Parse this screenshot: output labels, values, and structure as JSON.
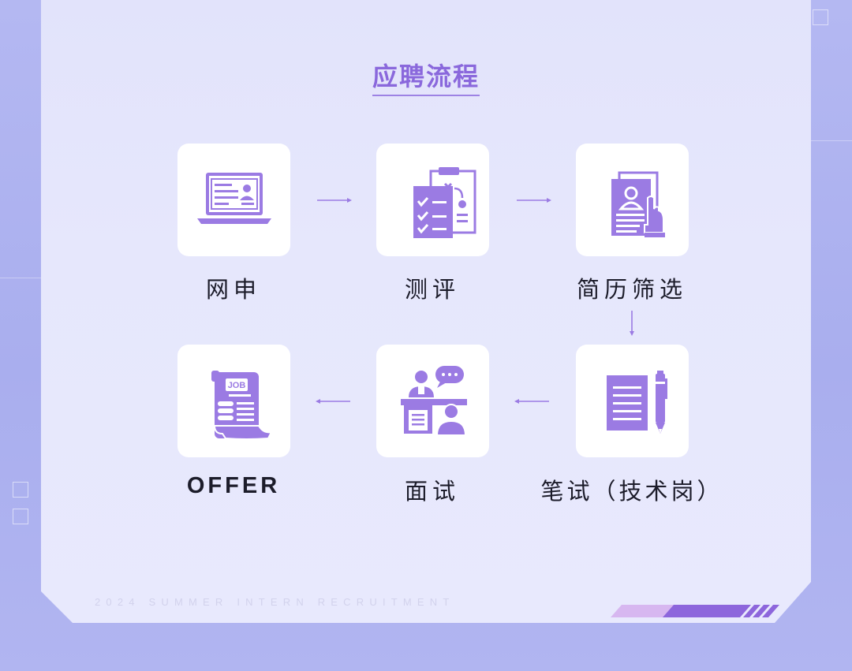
{
  "title": "应聘流程",
  "steps": [
    {
      "label": "网申",
      "icon": "laptop-resume-icon"
    },
    {
      "label": "测评",
      "icon": "assessment-clipboard-icon"
    },
    {
      "label": "简历筛选",
      "icon": "resume-screening-icon"
    },
    {
      "label": "笔试（技术岗）",
      "icon": "written-test-icon"
    },
    {
      "label": "面试",
      "icon": "interview-icon"
    },
    {
      "label": "OFFER",
      "icon": "job-offer-scroll-icon"
    }
  ],
  "job_badge": "JOB",
  "footer": "2024 SUMMER INTERN RECRUITMENT",
  "colors": {
    "accent": "#8a68dc",
    "icon": "#9b7be3",
    "background": "#b4b8f2",
    "card": "#e4e5fc"
  }
}
